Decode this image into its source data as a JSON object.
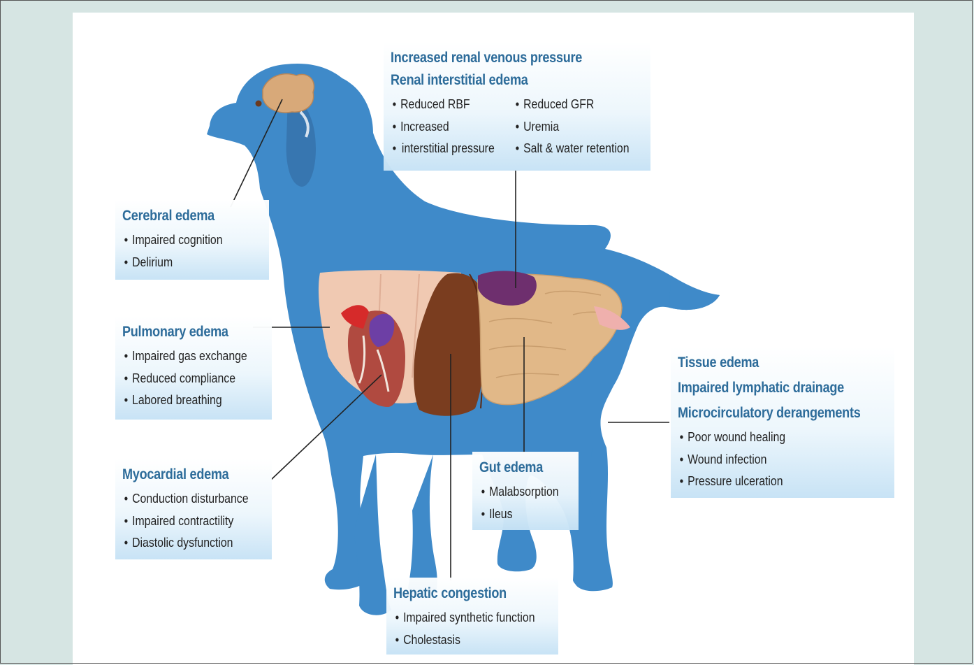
{
  "colors": {
    "page_background": "#d6e5e3",
    "panel_background": "#ffffff",
    "dog_body": "#3f8ac9",
    "title_text": "#2d6c9a",
    "brain": "#d8a979",
    "heart": "#b04a40",
    "liver": "#7a3d1f",
    "intestines": "#e1b888",
    "kidney": "#6e2f6e",
    "thorax": "#f0c9b2"
  },
  "callouts": {
    "renal": {
      "titles": [
        "Increased renal venous pressure",
        "Renal interstitial edema"
      ],
      "col1": [
        "Reduced RBF",
        "Increased",
        "interstitial pressure"
      ],
      "col2": [
        "Reduced GFR",
        "Uremia",
        "Salt & water retention"
      ]
    },
    "cerebral": {
      "title": "Cerebral edema",
      "items": [
        "Impaired cognition",
        "Delirium"
      ]
    },
    "pulmonary": {
      "title": "Pulmonary edema",
      "items": [
        "Impaired gas exchange",
        "Reduced compliance",
        "Labored breathing"
      ]
    },
    "myocardial": {
      "title": "Myocardial edema",
      "items": [
        "Conduction disturbance",
        "Impaired contractility",
        "Diastolic dysfunction"
      ]
    },
    "gut": {
      "title": "Gut edema",
      "items": [
        "Malabsorption",
        "Ileus"
      ]
    },
    "hepatic": {
      "title": "Hepatic congestion",
      "items": [
        "Impaired synthetic function",
        "Cholestasis"
      ]
    },
    "tissue": {
      "titles": [
        "Tissue edema",
        "Impaired lymphatic drainage",
        "Microcirculatory derangements"
      ],
      "items": [
        "Poor wound healing",
        "Wound infection",
        "Pressure ulceration"
      ]
    }
  }
}
